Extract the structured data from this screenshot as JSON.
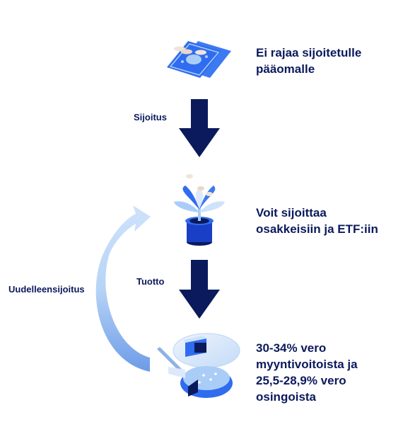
{
  "steps": [
    {
      "text_lines": [
        "Ei rajaa sijoitetulle",
        "pääomalle"
      ],
      "icon": "money-bill-icon"
    },
    {
      "text_lines": [
        "Voit sijoittaa",
        "osakkeisiin ja ETF:iin"
      ],
      "icon": "plant-pot-icon"
    },
    {
      "text_lines": [
        "30-34% vero",
        "myyntivoitoista ja",
        "25,5-28,9% vero",
        "osingoista"
      ],
      "icon": "cake-icon"
    }
  ],
  "arrows": [
    {
      "label": "Sijoitus"
    },
    {
      "label": "Tuotto"
    }
  ],
  "loop": {
    "label": "Uudelleensijoitus"
  },
  "colors": {
    "dark_navy": "#0b1a5c",
    "blue": "#2f6cf0",
    "light_blue": "#a9cdf7",
    "pale_blue": "#dde9fb"
  }
}
